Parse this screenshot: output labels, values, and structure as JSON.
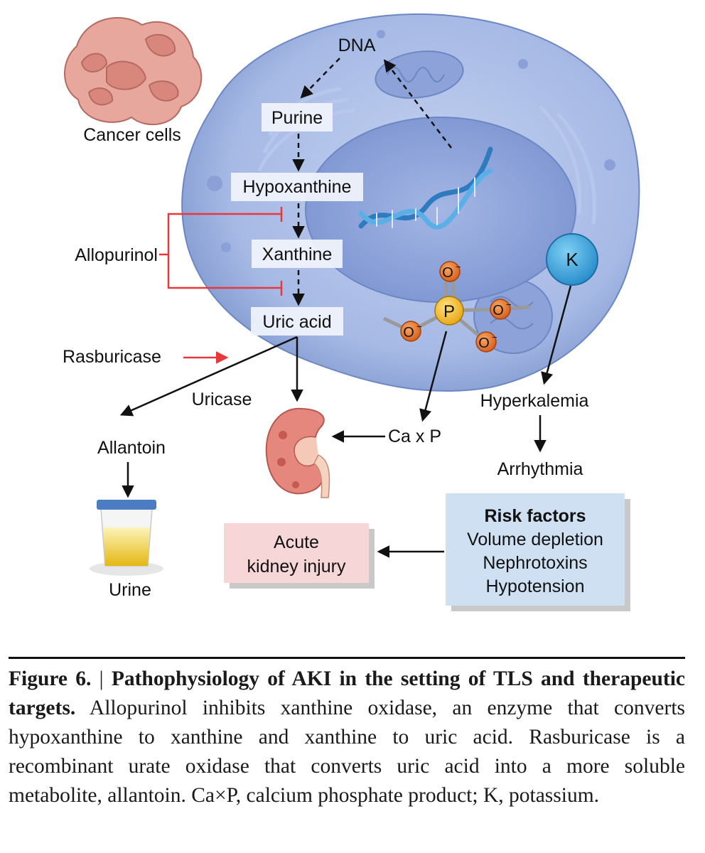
{
  "figure": {
    "labels": {
      "dna": "DNA",
      "purine": "Purine",
      "hypoxanthine": "Hypoxanthine",
      "xanthine": "Xanthine",
      "uric_acid": "Uric acid",
      "cancer_cells": "Cancer cells",
      "allopurinol": "Allopurinol",
      "rasburicase": "Rasburicase",
      "uricase": "Uricase",
      "allantoin": "Allantoin",
      "urine": "Urine",
      "caxp": "Ca x P",
      "hyperkalemia": "Hyperkalemia",
      "arrhythmia": "Arrhythmia",
      "potassium": "K",
      "phosphorus": "P",
      "oxygen": "O",
      "oxygen_charge": "−",
      "aki_line1": "Acute",
      "aki_line2": "kidney injury"
    },
    "risk_factors": {
      "title": "Risk factors",
      "items": [
        "Volume depletion",
        "Nephrotoxins",
        "Hypotension"
      ]
    },
    "colors": {
      "cell": "#a9bde6",
      "nucleus": "#8ea6dc",
      "inhibition": "#e8383a",
      "risk_box": "#cfe0f3",
      "aki_box": "#f7d6d8",
      "potassium": "#3aa3dc",
      "phosphorus": "#f4c32a",
      "oxygen": "#ea7c2f"
    }
  },
  "caption": {
    "label": "Figure 6.",
    "separator": "|",
    "title": "Pathophysiology of AKI in the setting of TLS and therapeutic targets.",
    "body": "Allopurinol inhibits xanthine oxidase, an enzyme that converts hypoxanthine to xanthine and xanthine to uric acid. Rasburicase is a recombinant urate oxidase that converts uric acid into a more soluble metabolite, allantoin. Ca×P, calcium phosphate product; K, potassium."
  }
}
